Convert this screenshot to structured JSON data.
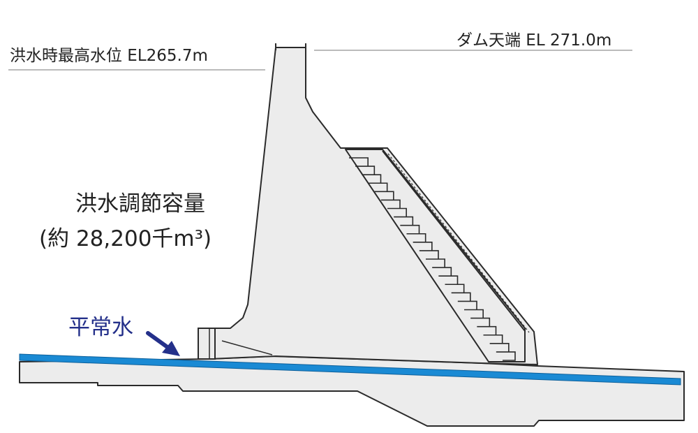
{
  "labels": {
    "flood_level": "洪水時最高水位 EL265.7m",
    "crest": "ダム天端 EL 271.0m",
    "capacity_title": "洪水調節容量",
    "capacity_value": "(約 28,200千m³)",
    "normal_water": "平常水"
  },
  "colors": {
    "dam_fill": "#ececec",
    "ground_fill": "#ececec",
    "outline": "#2a2a2a",
    "water": "#1a8ad4",
    "water_edge": "#0c5f9a",
    "arrow": "#24308a",
    "label_text": "#222222",
    "normal_water_text": "#24308a"
  }
}
